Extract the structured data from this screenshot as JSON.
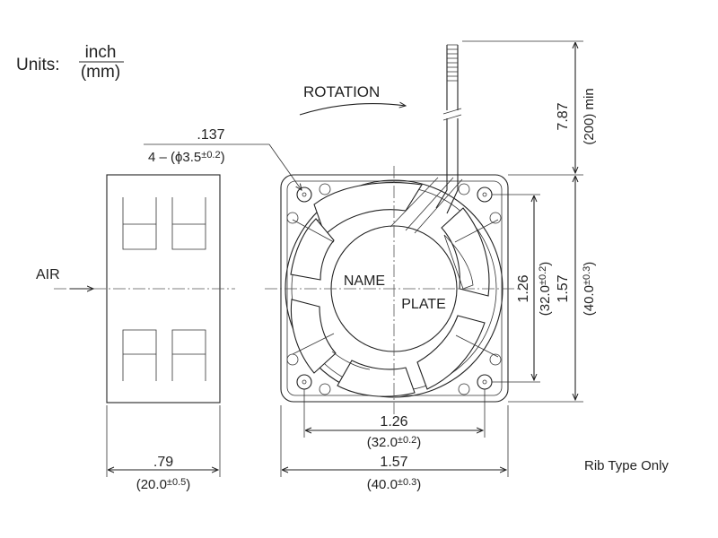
{
  "units": {
    "label": "Units:",
    "numerator": "inch",
    "denominator": "(mm)"
  },
  "labels": {
    "rotation": "ROTATION",
    "air": "AIR",
    "name": "NAME",
    "plate": "PLATE",
    "rib_type": "Rib Type Only"
  },
  "dimensions": {
    "hole": {
      "inch": ".137",
      "mm_prefix": "4 – (ϕ3.5",
      "tol": "±0.2",
      "close": ")"
    },
    "lead_length": {
      "inch": "7.87",
      "mm": "(200) min"
    },
    "hole_pitch_v": {
      "inch": "1.26",
      "mm": "(32.0",
      "tol": "±0.2",
      "close": ")"
    },
    "height_v": {
      "inch": "1.57",
      "mm": "(40.0",
      "tol": "±0.3",
      "close": ")"
    },
    "hole_pitch_h": {
      "inch": "1.26",
      "mm": "(32.0",
      "tol": "±0.2",
      "close": ")"
    },
    "width_h": {
      "inch": "1.57",
      "mm": "(40.0",
      "tol": "±0.3",
      "close": ")"
    },
    "depth": {
      "inch": ".79",
      "mm": "(20.0",
      "tol": "±0.5",
      "close": ")"
    }
  }
}
